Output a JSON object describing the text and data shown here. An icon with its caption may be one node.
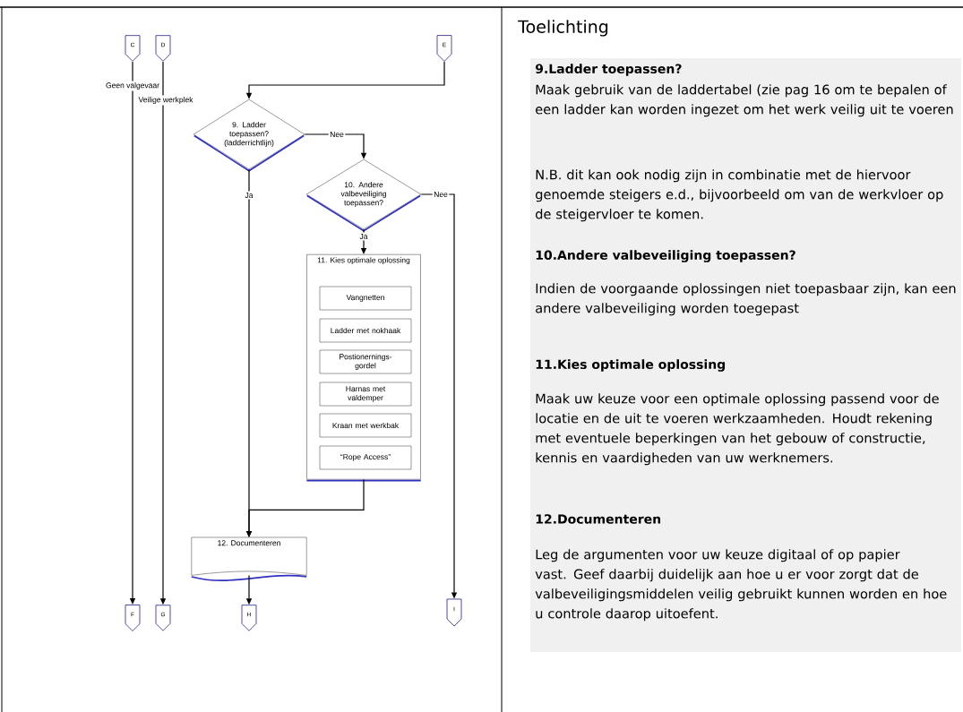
{
  "diagram": {
    "nodes": [
      {
        "text": [
          "C"
        ]
      },
      {
        "text": [
          "D"
        ]
      },
      {
        "text": [
          "E"
        ]
      },
      {
        "text": [
          "9. Ladder toepassen? (ladderrichtlijn)"
        ]
      },
      {
        "text": [
          "10. Andere valbeveiliging toepassen?"
        ]
      },
      {
        "text": [
          "11. Kies optimale oplossing"
        ]
      },
      {
        "text": [
          "Vangnetten"
        ],
        "in": 5
      },
      {
        "text": [
          "Ladder met nokhaak"
        ],
        "in": 5
      },
      {
        "text": [
          "Postionernings-gordel"
        ],
        "in": 5
      },
      {
        "text": [
          "Harnas met valdemper"
        ],
        "in": 5
      },
      {
        "text": [
          "Kraan met werkbak"
        ],
        "in": 5
      },
      {
        "text": [
          "“Rope Access”"
        ],
        "in": 5
      },
      {
        "text": [
          "12. Documenteren"
        ]
      },
      {
        "text": [
          "F"
        ]
      },
      {
        "text": [
          "G"
        ]
      },
      {
        "text": [
          "H"
        ]
      },
      {
        "text": [
          "I"
        ]
      }
    ],
    "edges": [
      {
        "from": 0,
        "to": 13,
        "arrow": "to",
        "label": "Geen valgevaar"
      },
      {
        "from": 1,
        "to": 14,
        "arrow": "to",
        "label": "Veilige werkplek"
      },
      {
        "from": 2,
        "to": 3,
        "arrow": "to"
      },
      {
        "from": 3,
        "to": 4,
        "arrow": "to",
        "label": "Nee"
      },
      {
        "from": 3,
        "to": 12,
        "arrow": "to",
        "label": "Ja"
      },
      {
        "from": 4,
        "to": 5,
        "arrow": "to",
        "label": "Ja"
      },
      {
        "from": 4,
        "to": 16,
        "arrow": "to",
        "label": "Nee"
      },
      {
        "from": 5,
        "to": 12,
        "arrow": "to"
      },
      {
        "from": 12,
        "to": 15,
        "arrow": "to"
      }
    ],
    "labels": [
      "Toelichting",
      "9.Ladder toepassen?",
      "Maak gebruik van de laddertabel (zie pag 16 om te bepalen of een ladder kan worden ingezet om het werk veilig uit te voeren",
      "N.B. dit kan ook nodig zijn in combinatie met de hiervoor genoemde steigers e.d., bijvoorbeeld om van de werkvloer op de steigervloer te komen.",
      "10.Andere valbeveiliging toepassen?",
      "Indien de voorgaande oplossingen niet toepasbaar zijn, kan een andere valbeveiliging worden toegepast",
      "11.Kies optimale oplossing",
      "Maak uw keuze voor een optimale oplossing passend voor de locatie en de uit te voeren werkzaamheden. Houdt rekening met eventuele beperkingen van het gebouw of constructie, kennis en vaardigheden van uw werknemers.",
      "12.Documenteren",
      "Leg de argumenten voor uw keuze digitaal of op papier vast. Geef daarbij duidelijk aan hoe u er voor zorgt dat de valbeveiligingsmiddelen veilig gebruikt kunnen worden en hoe u controle daarop uitoefent."
    ]
  }
}
